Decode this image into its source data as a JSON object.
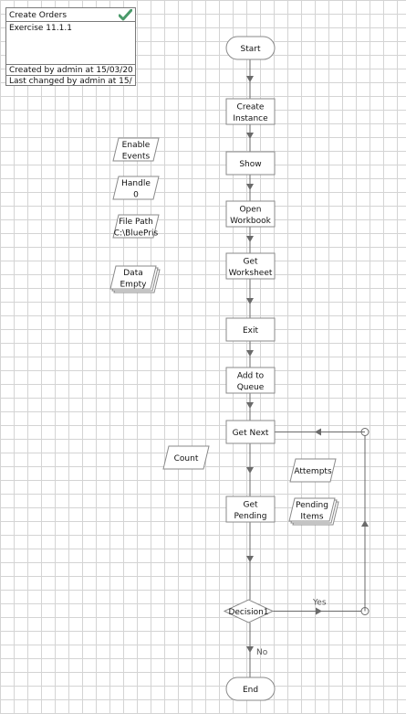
{
  "info": {
    "title": "Create Orders",
    "description": "Exercise 11.1.1",
    "created": "Created by admin at 15/03/20",
    "changed": "Last changed by admin at 15/",
    "status_icon": "checkmark-icon"
  },
  "colors": {
    "line": "#6a6a6a",
    "node_border": "#8a8a8a",
    "check": "#4a9a6a"
  },
  "nodes": [
    {
      "id": "start",
      "shape": "terminator",
      "lines": [
        "Start"
      ]
    },
    {
      "id": "create-instance",
      "shape": "process",
      "lines": [
        "Create",
        "Instance"
      ]
    },
    {
      "id": "show",
      "shape": "process",
      "lines": [
        "Show"
      ]
    },
    {
      "id": "open-workbook",
      "shape": "process",
      "lines": [
        "Open",
        "Workbook"
      ]
    },
    {
      "id": "get-worksheet",
      "shape": "process",
      "lines": [
        "Get",
        "Worksheet"
      ]
    },
    {
      "id": "exit",
      "shape": "process",
      "lines": [
        "Exit"
      ]
    },
    {
      "id": "add-to-queue",
      "shape": "process",
      "lines": [
        "Add to",
        "Queue"
      ]
    },
    {
      "id": "get-next",
      "shape": "process",
      "lines": [
        "Get Next"
      ]
    },
    {
      "id": "get-pending",
      "shape": "process",
      "lines": [
        "Get",
        "Pending"
      ]
    },
    {
      "id": "decision1",
      "shape": "decision",
      "lines": [
        "Decision1"
      ]
    },
    {
      "id": "end",
      "shape": "terminator",
      "lines": [
        "End"
      ]
    },
    {
      "id": "enable-events",
      "shape": "data",
      "lines": [
        "Enable",
        "Events"
      ]
    },
    {
      "id": "handle",
      "shape": "data",
      "lines": [
        "Handle",
        "0"
      ]
    },
    {
      "id": "file-path",
      "shape": "data",
      "lines": [
        "File Path",
        "C:\\BluePris"
      ]
    },
    {
      "id": "data-empty",
      "shape": "collection",
      "lines": [
        "Data",
        "Empty"
      ]
    },
    {
      "id": "count",
      "shape": "data",
      "lines": [
        "Count"
      ]
    },
    {
      "id": "attempts",
      "shape": "data",
      "lines": [
        "Attempts"
      ]
    },
    {
      "id": "pending-items",
      "shape": "collection",
      "lines": [
        "Pending",
        "Items"
      ]
    }
  ],
  "edge_labels": {
    "yes": "Yes",
    "no": "No"
  }
}
